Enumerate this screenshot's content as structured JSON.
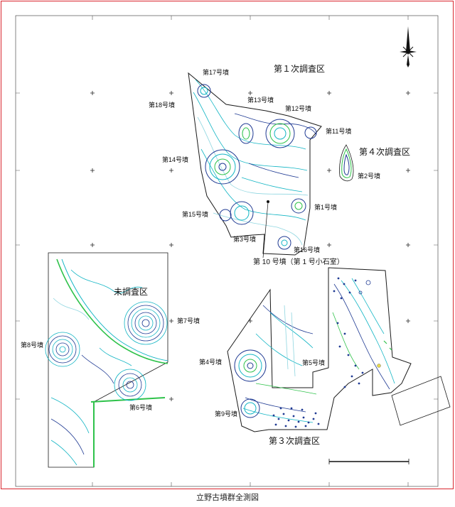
{
  "map": {
    "caption": "立野古墳群全測図",
    "survey_areas": {
      "first": "第１次調査区",
      "third": "第３次調査区",
      "fourth": "第４次調査区",
      "unsurveyed": "未調査区"
    },
    "tumuli": {
      "t1": "第1号墳",
      "t2": "第2号墳",
      "t3": "第3号墳",
      "t4": "第4号墳",
      "t5": "第5号墳",
      "t6": "第6号墳",
      "t7": "第7号墳",
      "t8": "第8号墳",
      "t9": "第9号墳",
      "t11": "第11号墳",
      "t12": "第12号墳",
      "t13": "第13号墳",
      "t14": "第14号墳",
      "t15": "第15号墳",
      "t16": "第16号墳",
      "t17": "第17号墳",
      "t18": "第18号墳"
    },
    "stone_chamber_label": "第 10 号墳（第 1 号小石室）",
    "north_arrow": "north-arrow-icon",
    "colors": {
      "frame": "#d9262e",
      "outline": "#1a1a1a",
      "contour_teal": "#12b5c4",
      "contour_navy": "#1f3a93",
      "contour_green": "#2ec24a",
      "contour_light": "#8fd6e0"
    }
  }
}
